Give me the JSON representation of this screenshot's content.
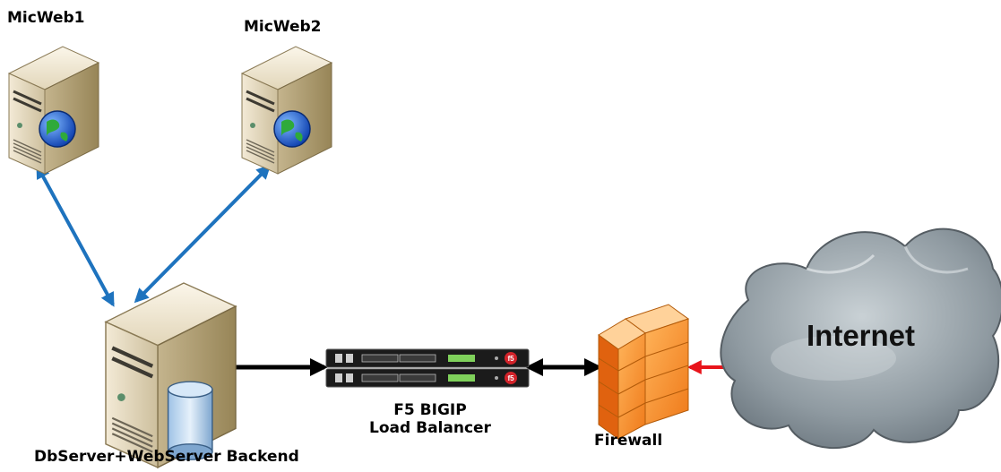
{
  "labels": {
    "micweb1": "MicWeb1",
    "micweb2": "MicWeb2",
    "backend": "DbServer+WebServer Backend",
    "f5_line1": "F5 BIGIP",
    "f5_line2": "Load Balancer",
    "firewall": "Firewall",
    "internet": "Internet"
  },
  "colors": {
    "web_link": "#1e73be",
    "internal_link": "#000000",
    "internet_link": "#e8141b"
  },
  "icons": {
    "micweb1": "web-server-icon",
    "micweb2": "web-server-icon",
    "backend": "database-server-icon",
    "f5": "load-balancer-appliance-icon",
    "firewall": "firewall-icon",
    "internet": "cloud-icon"
  }
}
